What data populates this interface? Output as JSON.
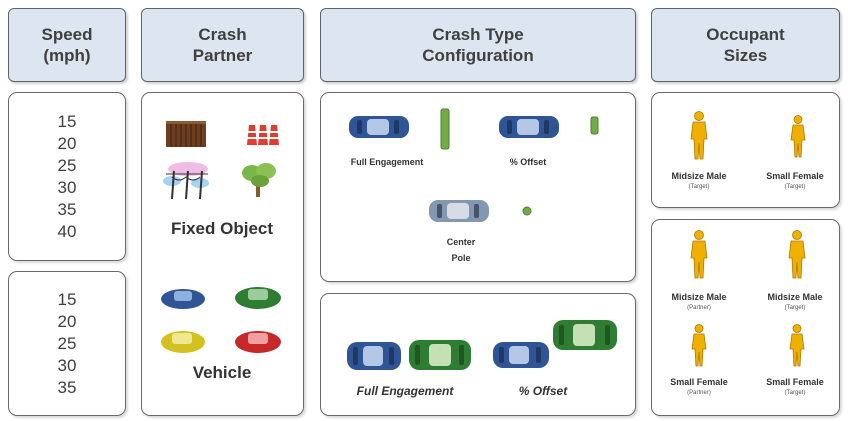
{
  "headers": {
    "speed": [
      "Speed",
      "(mph)"
    ],
    "partner": [
      "Crash",
      "Partner"
    ],
    "crash_type": [
      "Crash Type",
      "Configuration"
    ],
    "occupant": [
      "Occupant",
      "Sizes"
    ]
  },
  "speeds_fixed": [
    "15",
    "20",
    "25",
    "30",
    "35",
    "40"
  ],
  "speeds_vehicle": [
    "15",
    "20",
    "25",
    "30",
    "35"
  ],
  "partner": {
    "fixed_object": "Fixed Object",
    "vehicle": "Vehicle"
  },
  "fixed_configs": {
    "full_engagement": "Full Engagement",
    "offset": "% Offset",
    "center_pole": [
      "Center",
      "Pole"
    ]
  },
  "vehicle_configs": {
    "full_engagement": "Full Engagement",
    "offset": "% Offset"
  },
  "occupants_fixed": [
    {
      "label": "Midsize Male",
      "role": "(Target)"
    },
    {
      "label": "Small Female",
      "role": "(Target)"
    }
  ],
  "occupants_vehicle": [
    {
      "label": "Midsize Male",
      "role": "(Partner)"
    },
    {
      "label": "Midsize Male",
      "role": "(Target)"
    },
    {
      "label": "Small Female",
      "role": "(Partner)"
    },
    {
      "label": "Small Female",
      "role": "(Target)"
    }
  ],
  "colors": {
    "header_bg": "#dde5f1",
    "target_car": "#2f5597",
    "partner_car": "#3a8a3f",
    "barrier": "#70ad47",
    "figure": "#f0b000"
  }
}
